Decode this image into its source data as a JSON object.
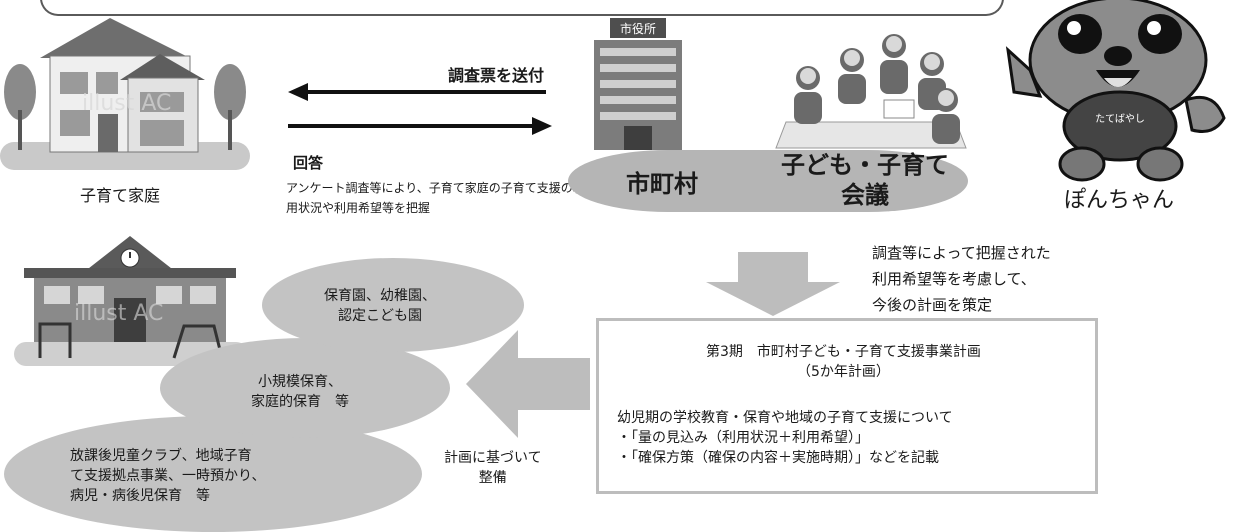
{
  "top": {
    "family_label": "子育て家庭",
    "send_label": "調査票を送付",
    "reply_label": "回答",
    "reply_description": "アンケート調査等により、子育て家庭の子育て支援の利用状況や利用希望等を把握",
    "city_hall_sign": "市役所",
    "city_label": "市町村",
    "council_label": "子ども・子育て会議",
    "mascot_shirt": "たてばやし",
    "mascot_label": "ぽんちゃん",
    "watermark": "illust AC"
  },
  "middle": {
    "consider_text": "調査等によって把握された\n利用希望等を考慮して、\n今後の計画を策定"
  },
  "plan": {
    "title": "第3期　市町村子ども・子育て支援事業計画\n（5か年計画）",
    "body": "幼児期の学校教育・保育や地域の子育て支援について\n・「量の見込み（利用状況＋利用希望）」\n・「確保方策（確保の内容＋実施時期）」などを記載"
  },
  "facilities": [
    {
      "text": "保育園、幼稚園、\n認定こども園"
    },
    {
      "text": "小規模保育、\n家庭的保育　等"
    },
    {
      "text": "放課後児童クラブ、地域子育\nて支援拠点事業、一時預かり、\n病児・病後児保育　等"
    }
  ],
  "maintain_label": "計画に基づいて\n整備"
}
